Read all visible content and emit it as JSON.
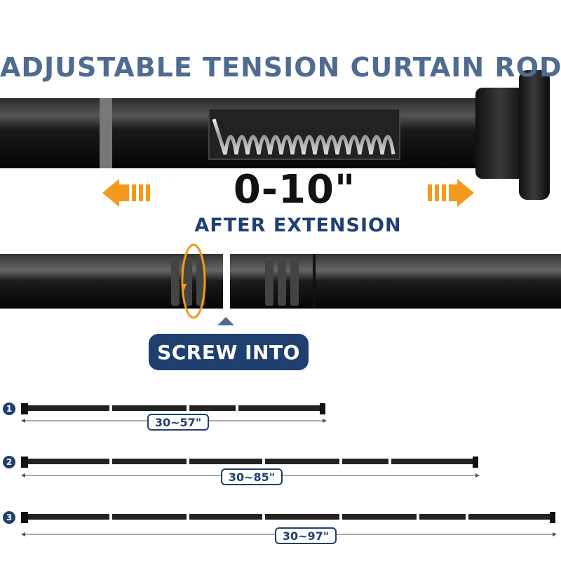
{
  "title": "ADJUSTABLE TENSION CURTAIN ROD",
  "extension_range": "0-10\"",
  "after_extension": "AFTER  EXTENSION",
  "screw_into": "SCREW INTO",
  "accent_orange": "#f39a1e",
  "accent_navy": "#1f3f6f",
  "title_color": "#4f6b91",
  "options": [
    {
      "number": "1",
      "length": "30~57\""
    },
    {
      "number": "2",
      "length": "30~85\""
    },
    {
      "number": "3",
      "length": "30~97\""
    }
  ]
}
